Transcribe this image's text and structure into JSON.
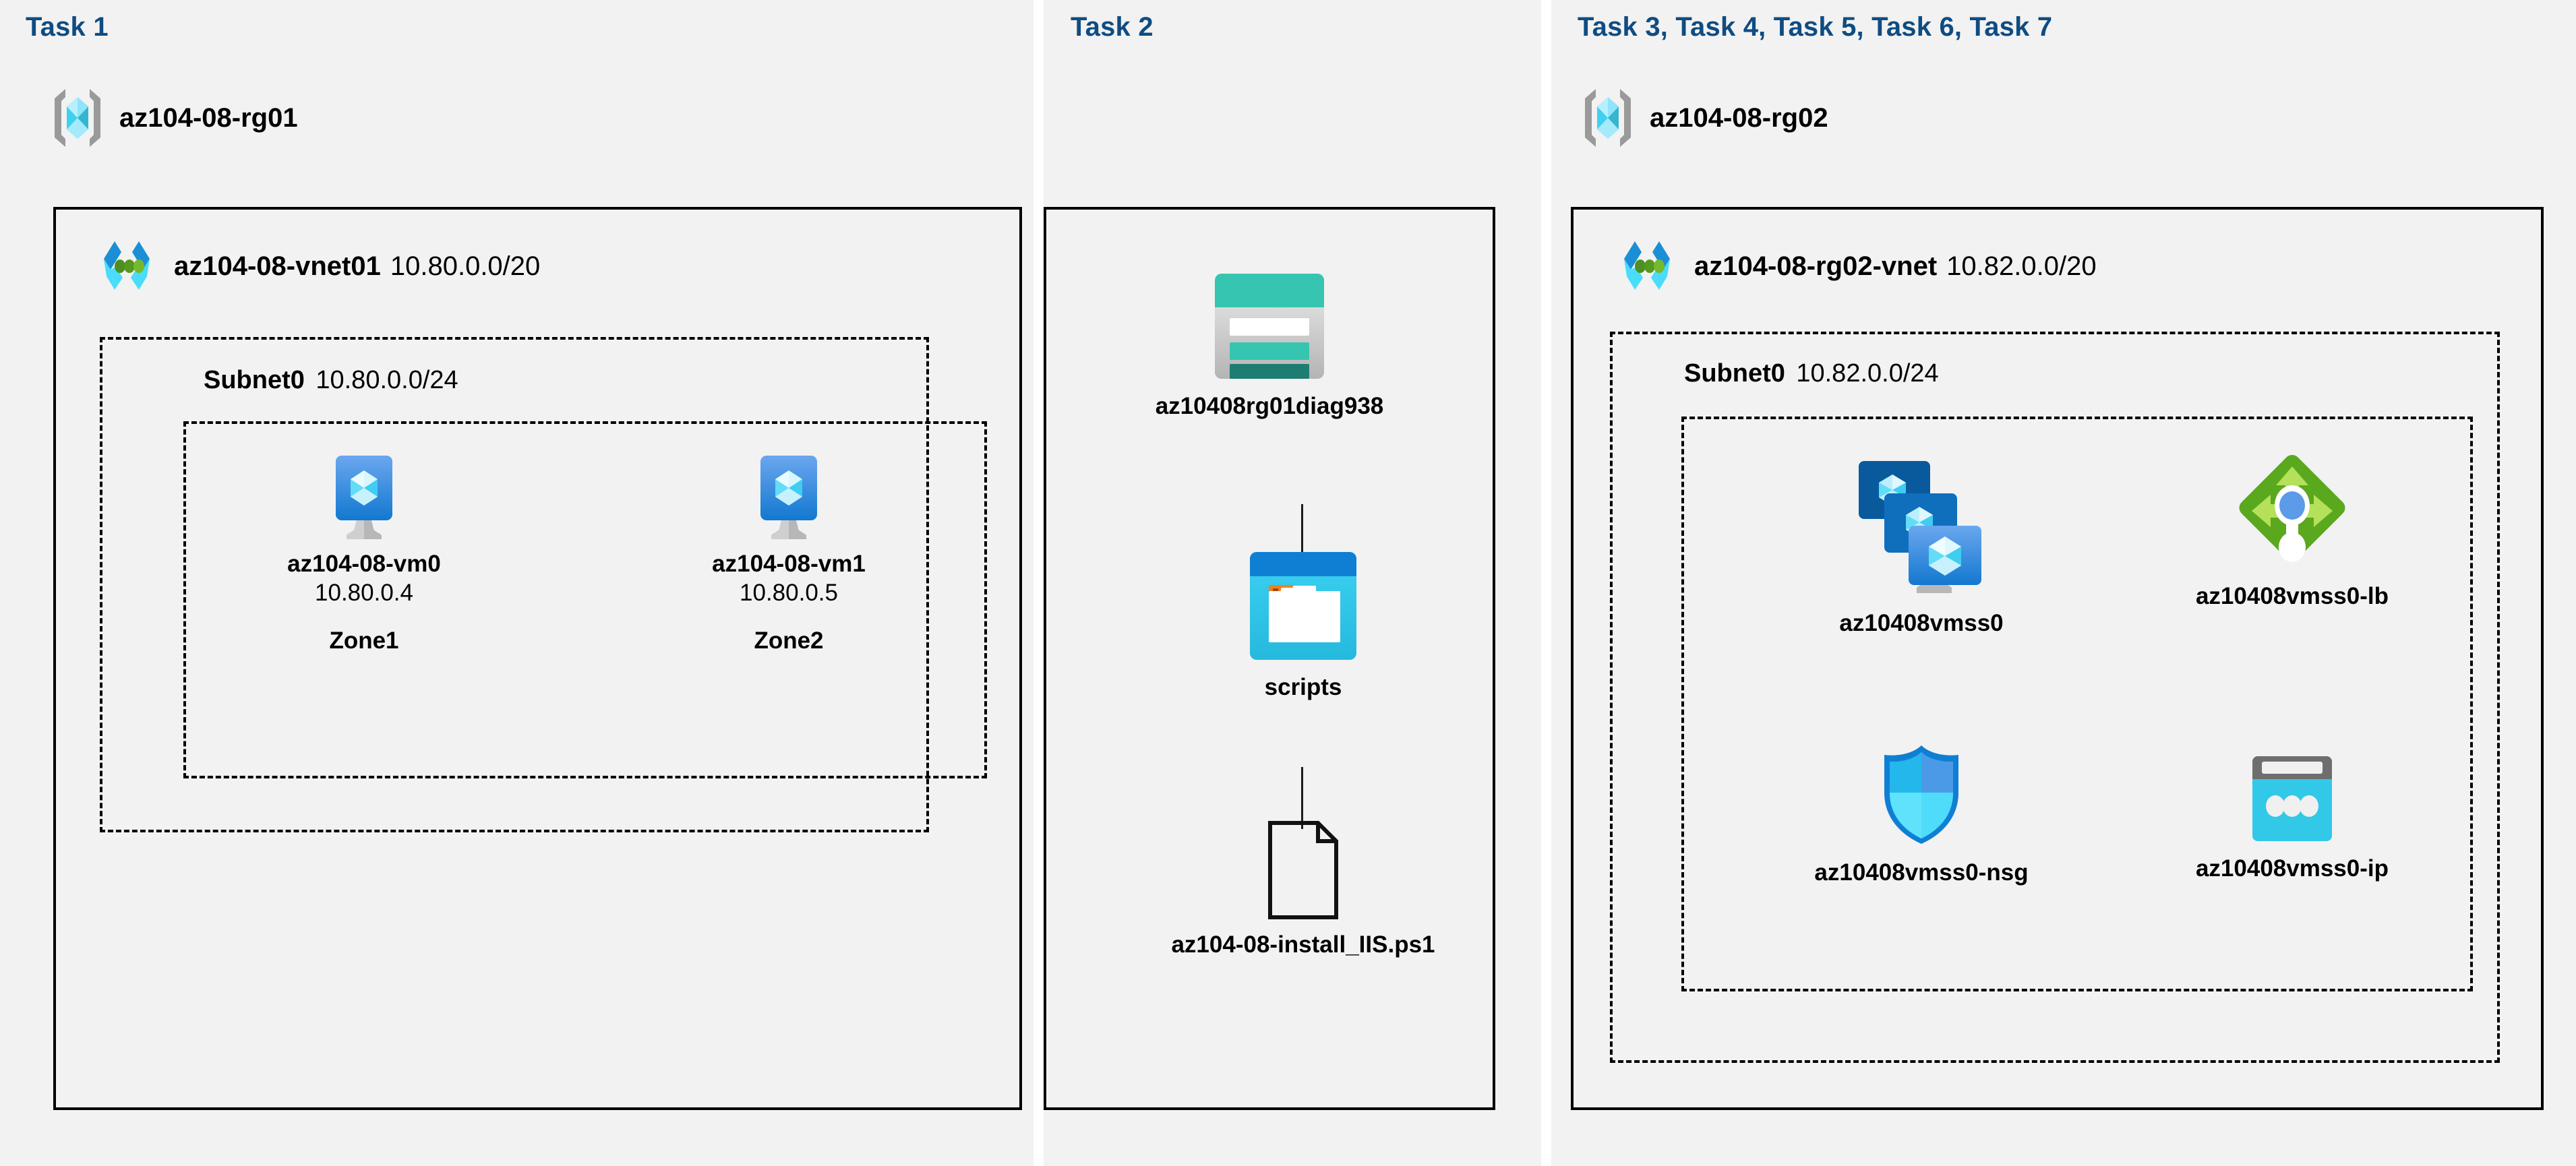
{
  "diagram": {
    "title": "Azure AZ-104 Lab 08 architecture diagram",
    "colors": {
      "task_label": "#0f4c81",
      "panel_bg": "#f2f2f2",
      "page_bg": "#ffffff",
      "border": "#000000",
      "vm_blue": "#2f7fd6",
      "storage_teal": "#36c5b0",
      "container_blue": "#0f83d6",
      "container_tab_orange": "#f08122",
      "lb_green": "#5aa81e",
      "lb_arrow_green": "#b4e05a",
      "lb_dot_blue": "#5b9be8",
      "nsg_blue": "#3ad2f5",
      "pip_cyan": "#32c8e8",
      "pip_gray": "#6e6e6e",
      "rg_bracket_gray": "#9a9a9a",
      "vnet_green_dot": "#5a9e2f"
    }
  },
  "panels": [
    {
      "id": "task1",
      "task_label": "Task 1",
      "resource_group": {
        "name": "az104-08-rg01",
        "icon": "resource-group-icon"
      },
      "vnet": {
        "name": "az104-08-vnet01",
        "cidr": "10.80.0.0/20",
        "icon": "virtual-network-icon"
      },
      "subnet": {
        "name": "Subnet0",
        "cidr": "10.80.0.0/24"
      },
      "nodes": [
        {
          "icon": "virtual-machine-icon",
          "name": "az104-08-vm0",
          "ip": "10.80.0.4",
          "zone": "Zone1"
        },
        {
          "icon": "virtual-machine-icon",
          "name": "az104-08-vm1",
          "ip": "10.80.0.5",
          "zone": "Zone2"
        }
      ]
    },
    {
      "id": "task2",
      "task_label": "Task 2",
      "nodes": [
        {
          "icon": "storage-account-icon",
          "name": "az10408rg01diag938"
        },
        {
          "icon": "blob-container-icon",
          "name": "scripts"
        },
        {
          "icon": "file-document-icon",
          "name": "az104-08-install_IIS.ps1"
        }
      ]
    },
    {
      "id": "task3to7",
      "task_label": "Task 3, Task 4, Task 5, Task 6, Task 7",
      "resource_group": {
        "name": "az104-08-rg02",
        "icon": "resource-group-icon"
      },
      "vnet": {
        "name": "az104-08-rg02-vnet",
        "cidr": "10.82.0.0/20",
        "icon": "virtual-network-icon"
      },
      "subnet": {
        "name": "Subnet0",
        "cidr": "10.82.0.0/24"
      },
      "nodes": [
        {
          "icon": "vm-scale-set-icon",
          "name": "az10408vmss0"
        },
        {
          "icon": "load-balancer-icon",
          "name": "az10408vmss0-lb"
        },
        {
          "icon": "network-security-group-icon",
          "name": "az10408vmss0-nsg"
        },
        {
          "icon": "public-ip-address-icon",
          "name": "az10408vmss0-ip"
        }
      ]
    }
  ]
}
